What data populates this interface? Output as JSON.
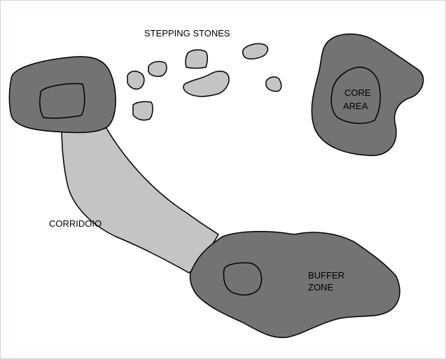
{
  "labels": {
    "stepping_stones": "STEPPING STONES",
    "core_line1": "CORE",
    "core_line2": "AREA",
    "corridor": "CORRIDOIO",
    "buffer_line1": "BUFFER",
    "buffer_line2": "ZONE"
  },
  "colors": {
    "habitat_patch": "#737373",
    "corridor_and_stones": "#c4c4c4",
    "outline": "#000000",
    "background": "#ffffff"
  }
}
